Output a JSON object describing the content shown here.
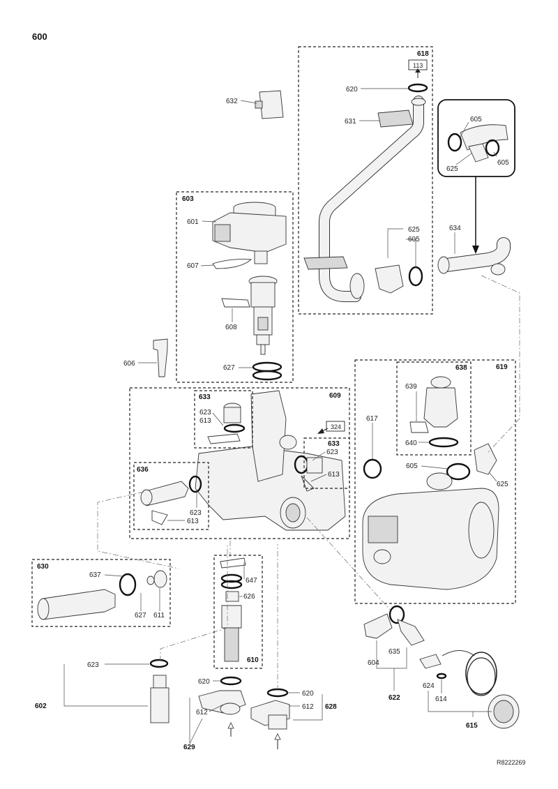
{
  "page_number": "600",
  "reference_code": "R8222269",
  "groups": {
    "g618": "618",
    "g603": "603",
    "g609": "609",
    "g633a": "633",
    "g633b": "633",
    "g636": "636",
    "g630": "630",
    "g610": "610",
    "g619": "619",
    "g638": "638",
    "g628": "628",
    "g629": "629",
    "g602": "602",
    "g622": "622",
    "g615": "615"
  },
  "ref_boxes": {
    "r113": "113",
    "r324": "324"
  },
  "labels": {
    "l620a": "620",
    "l631": "631",
    "l632": "632",
    "l605a": "605",
    "l605b": "605",
    "l625a": "625",
    "l625b": "625",
    "l605c": "605",
    "l634": "634",
    "l601": "601",
    "l607": "607",
    "l608": "608",
    "l627a": "627",
    "l606": "606",
    "l623a": "623",
    "l613a": "613",
    "l624x": "623",
    "l613b": "613",
    "l617": "617",
    "l639": "639",
    "l640": "640",
    "l605d": "605",
    "l625c": "625",
    "l623c": "623",
    "l613c": "613",
    "l637": "637",
    "l627b": "627",
    "l611": "611",
    "l647": "647",
    "l626": "626",
    "l623d": "623",
    "l620b": "620",
    "l620c": "620",
    "l612a": "612",
    "l612b": "612",
    "l604": "604",
    "l635": "635",
    "l624": "624",
    "l614": "614"
  }
}
